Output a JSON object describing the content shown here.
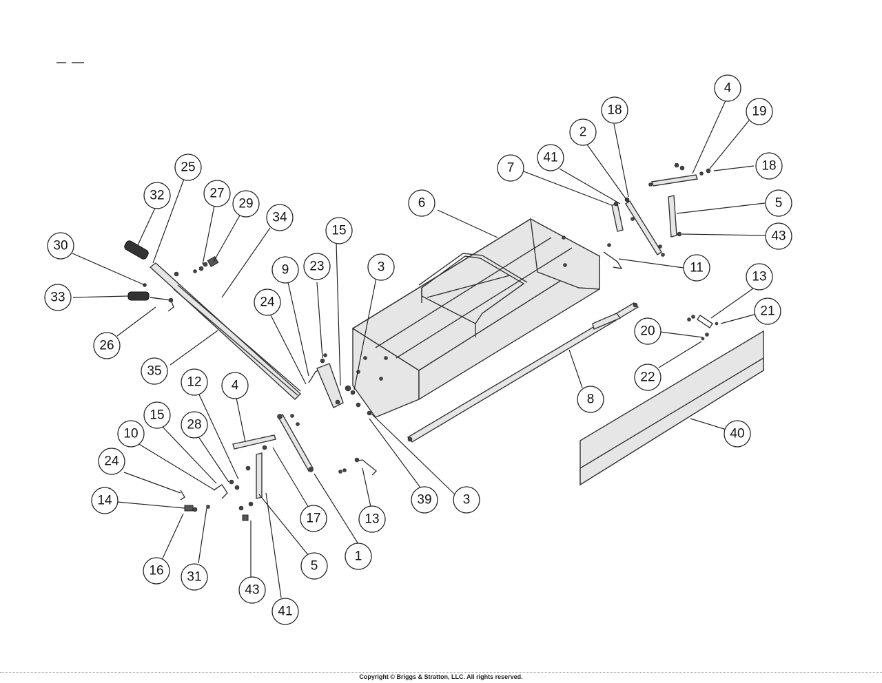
{
  "copyright": "Copyright © Briggs & Stratton, LLC. All rights reserved.",
  "callouts": [
    {
      "label": "4"
    },
    {
      "label": "19"
    },
    {
      "label": "18"
    },
    {
      "label": "2"
    },
    {
      "label": "18"
    },
    {
      "label": "41"
    },
    {
      "label": "7"
    },
    {
      "label": "5"
    },
    {
      "label": "43"
    },
    {
      "label": "11"
    },
    {
      "label": "6"
    },
    {
      "label": "25"
    },
    {
      "label": "32"
    },
    {
      "label": "27"
    },
    {
      "label": "29"
    },
    {
      "label": "34"
    },
    {
      "label": "15"
    },
    {
      "label": "3"
    },
    {
      "label": "30"
    },
    {
      "label": "9"
    },
    {
      "label": "23"
    },
    {
      "label": "24"
    },
    {
      "label": "33"
    },
    {
      "label": "26"
    },
    {
      "label": "35"
    },
    {
      "label": "13"
    },
    {
      "label": "21"
    },
    {
      "label": "20"
    },
    {
      "label": "22"
    },
    {
      "label": "8"
    },
    {
      "label": "40"
    },
    {
      "label": "12"
    },
    {
      "label": "4"
    },
    {
      "label": "15"
    },
    {
      "label": "28"
    },
    {
      "label": "10"
    },
    {
      "label": "24"
    },
    {
      "label": "14"
    },
    {
      "label": "16"
    },
    {
      "label": "31"
    },
    {
      "label": "43"
    },
    {
      "label": "41"
    },
    {
      "label": "5"
    },
    {
      "label": "17"
    },
    {
      "label": "1"
    },
    {
      "label": "13"
    },
    {
      "label": "39"
    },
    {
      "label": "3"
    }
  ]
}
